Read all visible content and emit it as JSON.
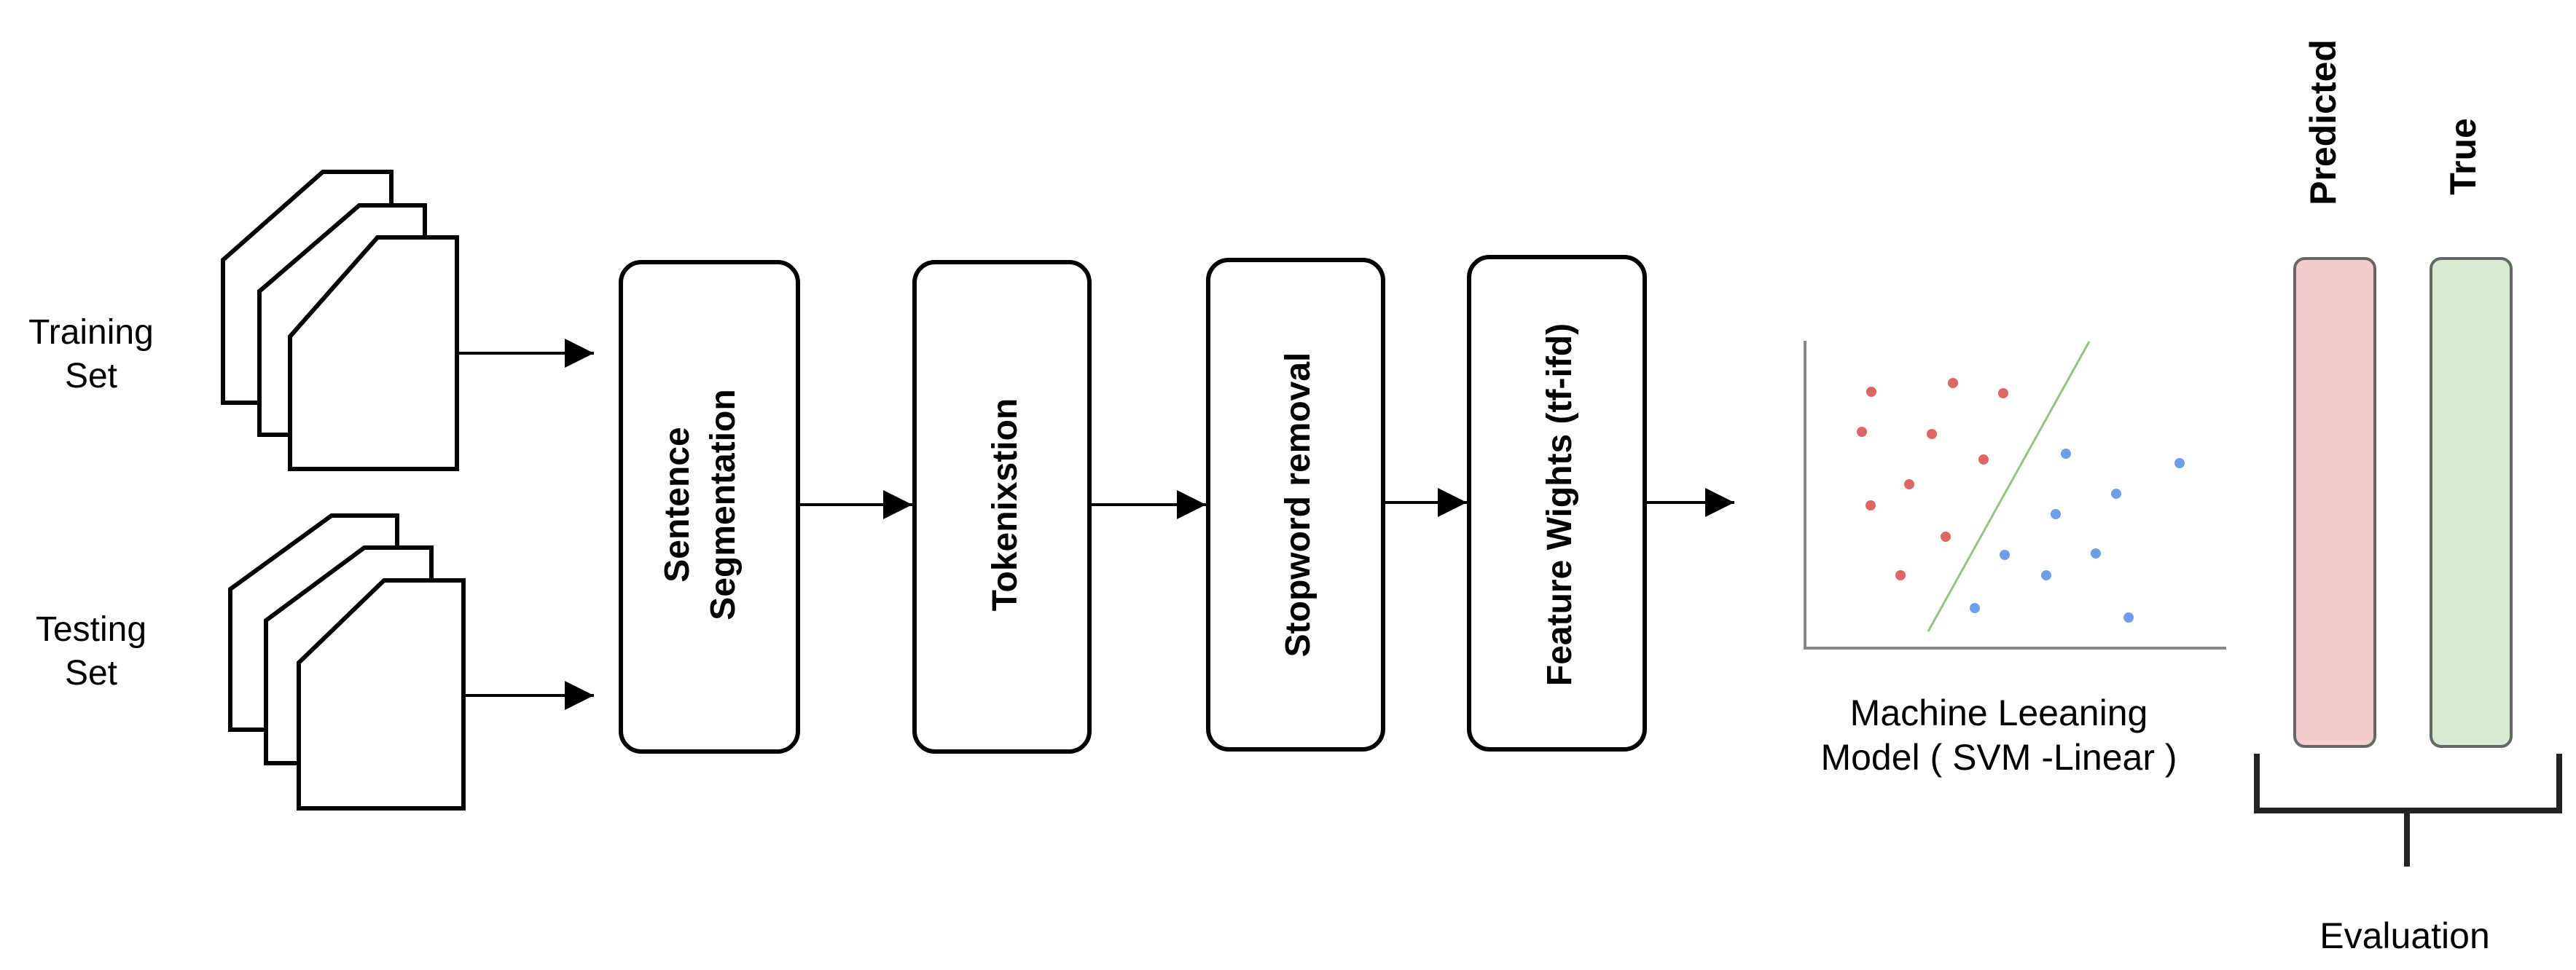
{
  "inputs": {
    "training": {
      "line1": "Training",
      "line2": "Set"
    },
    "testing": {
      "line1": "Testing",
      "line2": "Set"
    }
  },
  "pipeline": [
    {
      "id": "sentence-segmentation",
      "lines": [
        "Sentence",
        "Segmentation"
      ]
    },
    {
      "id": "tokenization",
      "lines": [
        "Tokenixstion"
      ]
    },
    {
      "id": "stopword-removal",
      "lines": [
        "Stopword removal"
      ]
    },
    {
      "id": "feature-weights",
      "lines": [
        "Feature Wights (tf-ifd)"
      ]
    }
  ],
  "model": {
    "caption_line1": "Machine Leeaning",
    "caption_line2": "Model ( SVM -Linear )",
    "class_colors": {
      "red": "#e06666",
      "blue": "#6d9eeb"
    },
    "separator_color": "#93c47d"
  },
  "evaluation": {
    "predicted_label": "Predicted",
    "true_label": "True",
    "caption": "Evaluation",
    "predicted_color": "#f4cccc",
    "true_color": "#d9ead3"
  }
}
